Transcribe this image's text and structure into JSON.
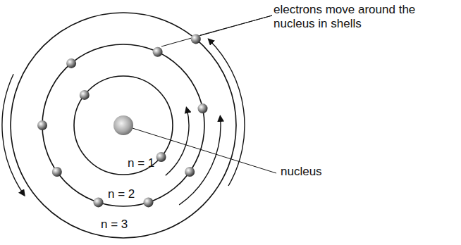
{
  "diagram": {
    "labels": [
      "electrons move around the nucleus in shells",
      "nucleus",
      "n = 1",
      "n = 2",
      "n = 3"
    ]
  }
}
